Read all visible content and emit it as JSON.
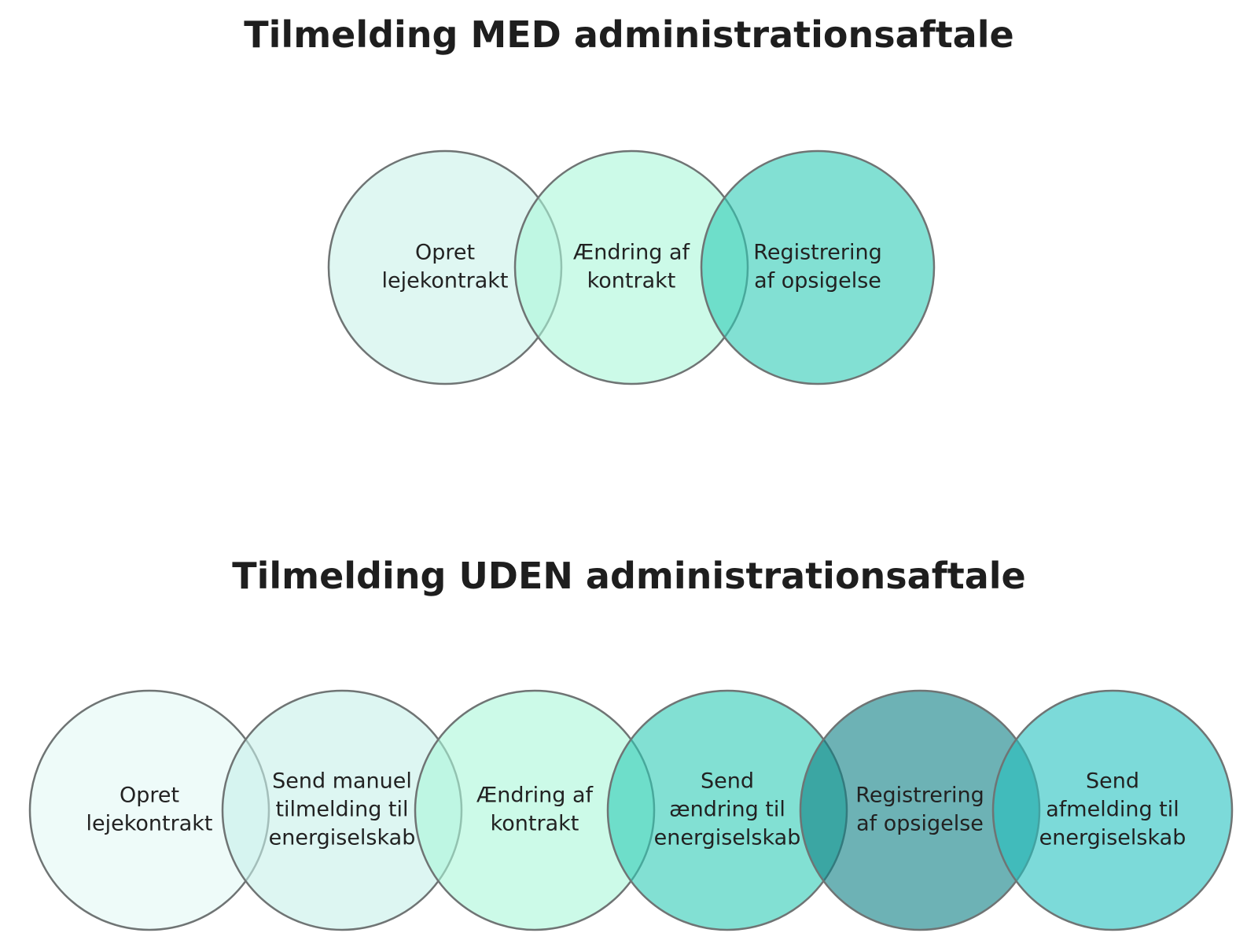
{
  "sections": [
    {
      "title": "Tilmelding MED administrationsaftale",
      "steps": [
        {
          "lines": [
            "Opret",
            "lejekontrakt"
          ],
          "color": "#c9f1ea"
        },
        {
          "lines": [
            "Ændring af",
            "kontrakt"
          ],
          "color": "#aaf7d9"
        },
        {
          "lines": [
            "Registrering",
            "af opsigelse"
          ],
          "color": "#2fcbb5"
        }
      ]
    },
    {
      "title": "Tilmelding UDEN administrationsaftale",
      "steps": [
        {
          "lines": [
            "Opret",
            "lejekontrakt"
          ],
          "color": "#e2f8f5"
        },
        {
          "lines": [
            "Send manuel",
            "tilmelding til",
            "energiselskab"
          ],
          "color": "#c6f0ea"
        },
        {
          "lines": [
            "Ændring af",
            "kontrakt"
          ],
          "color": "#aaf7d9"
        },
        {
          "lines": [
            "Send",
            "ændring til",
            "energiselskab"
          ],
          "color": "#2fcbb5"
        },
        {
          "lines": [
            "Registrering",
            "af opsigelse"
          ],
          "color": "#0b7f84"
        },
        {
          "lines": [
            "Send",
            "afmelding til",
            "energiselskab"
          ],
          "color": "#24c1c0"
        }
      ]
    }
  ]
}
